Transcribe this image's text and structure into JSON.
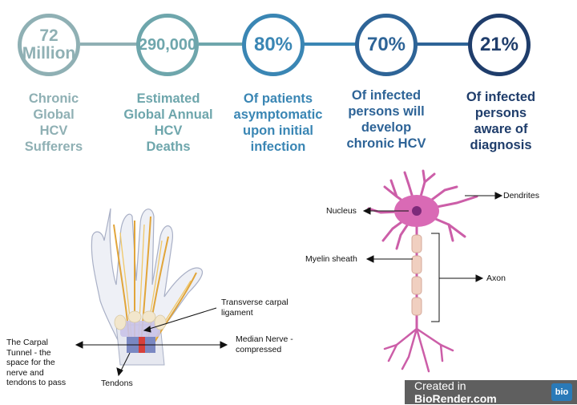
{
  "stats": [
    {
      "value": "72\nMillion",
      "label": "Chronic\nGlobal\nHCV\nSufferers",
      "color": "#8fb0b4"
    },
    {
      "value": "290,000",
      "label": "Estimated\nGlobal Annual\nHCV\nDeaths",
      "color": "#6ea6ac"
    },
    {
      "value": "80%",
      "label": "Of patients\nasymptomatic\nupon initial\ninfection",
      "color": "#3a86b4"
    },
    {
      "value": "70%",
      "label": "Of infected\npersons will\ndevelop\nchronic HCV",
      "color": "#2e6497"
    },
    {
      "value": "21%",
      "label": "Of infected\npersons\naware of\ndiagnosis",
      "color": "#1f3d6b"
    }
  ],
  "hand_labels": {
    "transverse": "Transverse carpal\nligament",
    "median": "Median Nerve -\ncompressed",
    "tunnel": "The Carpal\nTunnel - the\nspace for the\nnerve and\ntendons to pass",
    "tendons": "Tendons"
  },
  "neuron_labels": {
    "dendrites": "Dendrites",
    "nucleus": "Nucleus",
    "myelin": "Myelin sheath",
    "axon": "Axon"
  },
  "badge": {
    "prefix": "Created in ",
    "brand": "BioRender.com",
    "logo": "bio"
  }
}
